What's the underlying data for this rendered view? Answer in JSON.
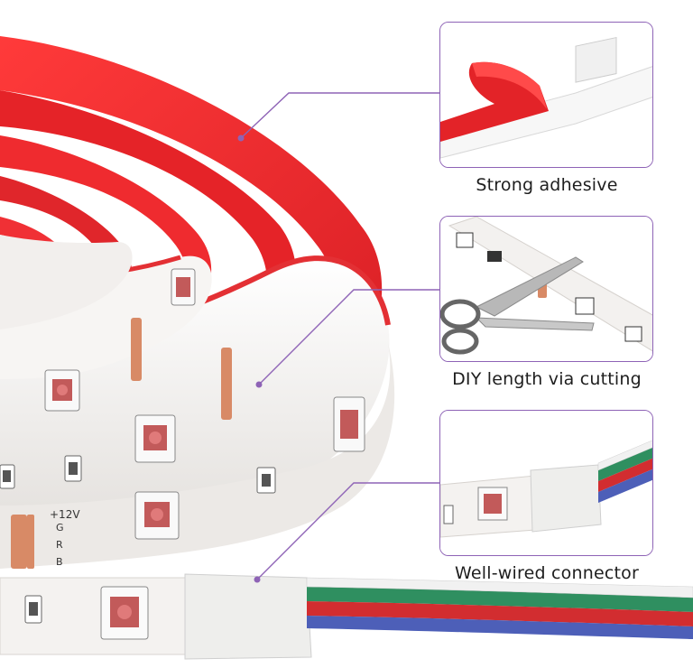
{
  "features": [
    {
      "caption": "Strong adhesive"
    },
    {
      "caption": "DIY length via cutting"
    },
    {
      "caption": "Well-wired connector"
    }
  ],
  "strip_markings": {
    "voltage": "+12V",
    "pins": [
      "G",
      "R",
      "B"
    ]
  },
  "colors": {
    "tape_red": "#ee2a2e",
    "strip_white": "#f3f1ef",
    "led_body": "#f6f6f6",
    "led_chip": "#c25a5a",
    "copper_pad": "#d88a66",
    "callout_purple": "#8e63b6",
    "wire_green": "#2f8f60",
    "wire_red": "#d22d30",
    "wire_blue": "#4d5fb8"
  },
  "icons": [
    "strip-coil",
    "scissors",
    "wire-connector"
  ]
}
